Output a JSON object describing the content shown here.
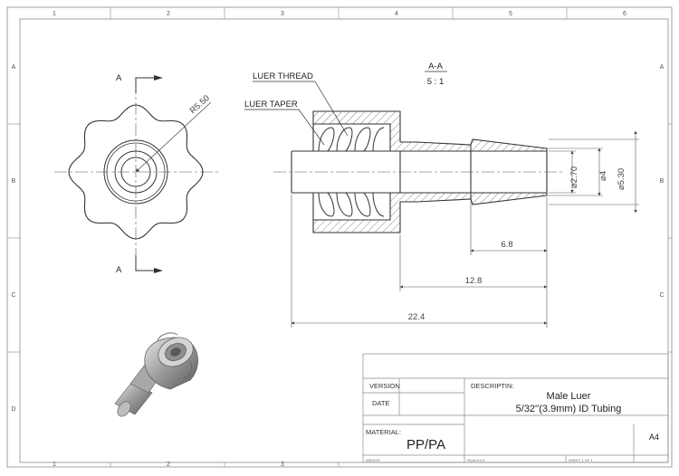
{
  "zones": {
    "columns": [
      "1",
      "2",
      "3",
      "4",
      "5",
      "6"
    ],
    "rows": [
      "A",
      "B",
      "C",
      "D"
    ]
  },
  "section": {
    "name": "A-A",
    "scale": "5 : 1",
    "cut_letter_top": "A",
    "cut_letter_bottom": "A"
  },
  "callouts": {
    "luer_thread": "LUER THREAD",
    "luer_taper": "LUER TAPER"
  },
  "dimensions": {
    "radius": "R5.50",
    "d_inner": "⌀2.70",
    "d_mid": "⌀4",
    "d_outer": "⌀5.30",
    "len_6_8": "6.8",
    "len_12_8": "12.8",
    "len_22_4": "22.4"
  },
  "title_block": {
    "version_label": "VERSION",
    "date_label": "DATE",
    "description_label": "DESCRIPTIN:",
    "description_line1": "Male Luer",
    "description_line2": "5/32''(3.9mm) ID Tubing",
    "material_label": "MATERIAL:",
    "material_value": "PP/PA",
    "sheet_size": "A4",
    "weight_label": "WEIGHT:",
    "scale_label": "SCALE:5:1",
    "sheet_label": "SHEET 1 OF 1"
  },
  "colors": {
    "line": "#333333",
    "hatch": "#666666",
    "frame": "#8a8a8a"
  }
}
